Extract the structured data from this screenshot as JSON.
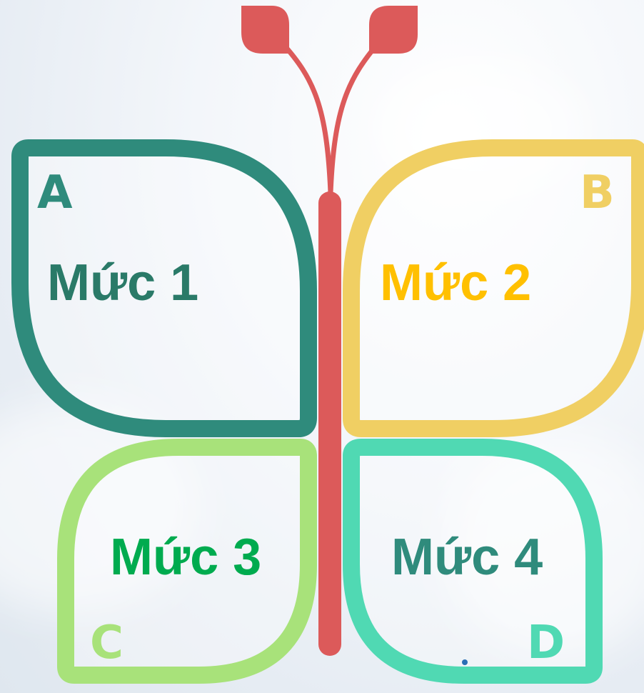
{
  "wings": {
    "a": {
      "letter": "A",
      "label": "Mức 1",
      "color": "#2f8b7c",
      "text_color": "#2a7a68"
    },
    "b": {
      "letter": "B",
      "label": "Mức 2",
      "color": "#f0cf63",
      "text_color": "#ffc000"
    },
    "c": {
      "letter": "C",
      "label": "Mức 3",
      "color": "#a8e27a",
      "text_color": "#00ab4f"
    },
    "d": {
      "letter": "D",
      "label": "Mức 4",
      "color": "#50d9b3",
      "text_color": "#2f8b7c"
    }
  },
  "body_color": "#dc5a5a"
}
